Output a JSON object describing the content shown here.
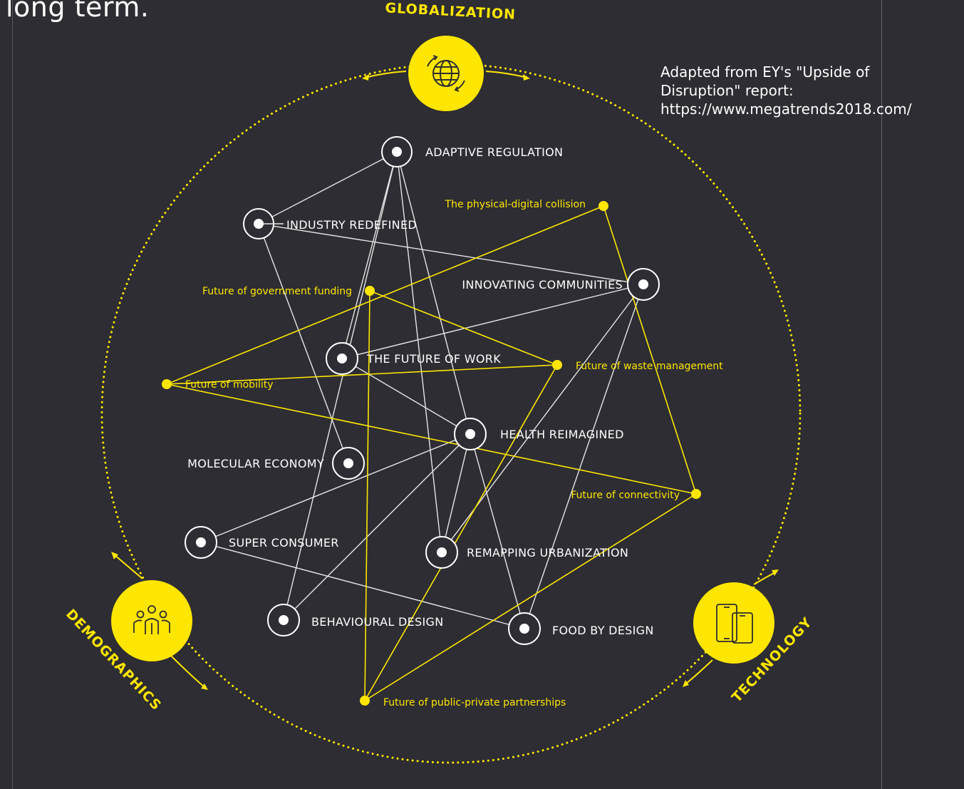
{
  "intro_text": "long term.",
  "attribution": {
    "line1": "Adapted from EY's \"Upside of",
    "line2": "Disruption\" report:",
    "line3": "https://www.megatrends2018.com/"
  },
  "colors": {
    "background": "#2d2d33",
    "accent_yellow": "#ffe600",
    "white_line": "#e6e6e6"
  },
  "megatrends": {
    "globalization": {
      "label": "GLOBALIZATION",
      "icon": "globe-icon"
    },
    "demographics": {
      "label": "DEMOGRAPHICS",
      "icon": "people-group-icon"
    },
    "technology": {
      "label": "TECHNOLOGY",
      "icon": "devices-icon"
    }
  },
  "white_nodes": {
    "adaptive_regulation": "ADAPTIVE REGULATION",
    "industry_redefined": "INDUSTRY REDEFINED",
    "innovating_communities": "INNOVATING COMMUNITIES",
    "future_of_work": "THE FUTURE OF WORK",
    "health_reimagined": "HEALTH REIMAGINED",
    "molecular_economy": "MOLECULAR ECONOMY",
    "super_consumer": "SUPER CONSUMER",
    "remapping_urbanization": "REMAPPING URBANIZATION",
    "behavioural_design": "BEHAVIOURAL DESIGN",
    "food_by_design": "FOOD BY DESIGN"
  },
  "yellow_nodes": {
    "physical_digital": "The physical-digital collision",
    "government_funding": "Future of government funding",
    "waste_management": "Future of waste management",
    "mobility": "Future of mobility",
    "connectivity": "Future of connectivity",
    "public_private": "Future of public-private partnerships"
  }
}
